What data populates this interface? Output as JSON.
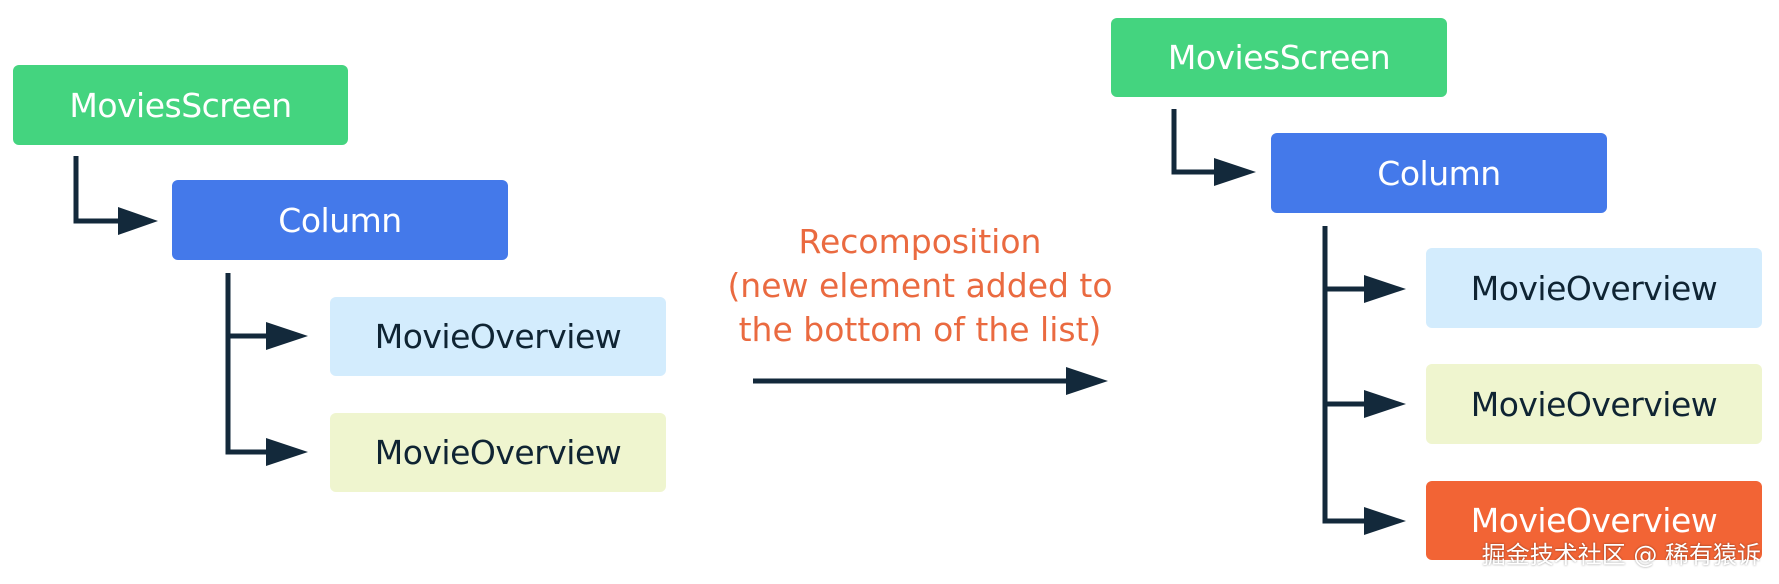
{
  "colors": {
    "screen": "#44d47f",
    "column": "#4479ea",
    "overview_first": "#d3ecfd",
    "overview_second": "#eff5cf",
    "overview_new": "#f26435",
    "connector": "#13293b",
    "transition_text": "#ea6a40"
  },
  "before": {
    "screen_label": "MoviesScreen",
    "column_label": "Column",
    "items": [
      "MovieOverview",
      "MovieOverview"
    ]
  },
  "transition": {
    "line1": "Recomposition",
    "line2": "(new element added to",
    "line3": "the bottom of the list)"
  },
  "after": {
    "screen_label": "MoviesScreen",
    "column_label": "Column",
    "items": [
      "MovieOverview",
      "MovieOverview",
      "MovieOverview"
    ]
  },
  "watermark": "掘金技术社区 @ 稀有猿诉"
}
